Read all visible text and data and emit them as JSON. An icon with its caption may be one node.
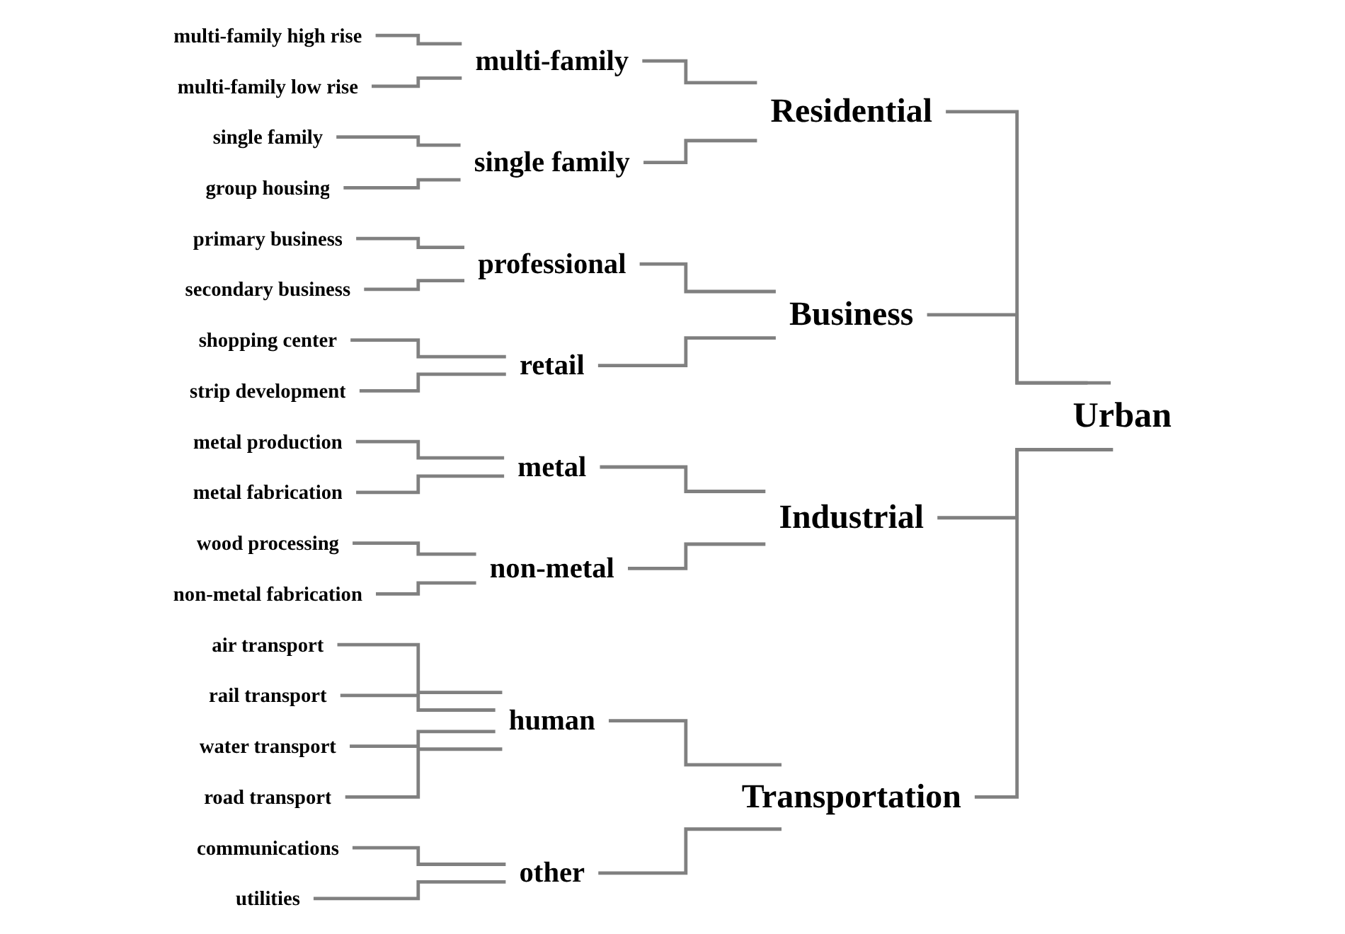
{
  "diagram": {
    "nodes": [
      {
        "text": [
          "multi-family high rise"
        ]
      },
      {
        "text": [
          "multi-family low rise"
        ]
      },
      {
        "text": [
          "single family"
        ]
      },
      {
        "text": [
          "group housing"
        ]
      },
      {
        "text": [
          "primary business"
        ]
      },
      {
        "text": [
          "secondary business"
        ]
      },
      {
        "text": [
          "shopping center"
        ]
      },
      {
        "text": [
          "strip development"
        ]
      },
      {
        "text": [
          "metal production"
        ]
      },
      {
        "text": [
          "metal fabrication"
        ]
      },
      {
        "text": [
          "wood processing"
        ]
      },
      {
        "text": [
          "non-metal fabrication"
        ]
      },
      {
        "text": [
          "air transport"
        ]
      },
      {
        "text": [
          "rail transport"
        ]
      },
      {
        "text": [
          "water transport"
        ]
      },
      {
        "text": [
          "road transport"
        ]
      },
      {
        "text": [
          "communications"
        ]
      },
      {
        "text": [
          "utilities"
        ]
      },
      {
        "text": [
          "multi-family"
        ]
      },
      {
        "text": [
          "single family"
        ]
      },
      {
        "text": [
          "professional"
        ]
      },
      {
        "text": [
          "retail"
        ]
      },
      {
        "text": [
          "metal"
        ]
      },
      {
        "text": [
          "non-metal"
        ]
      },
      {
        "text": [
          "human"
        ]
      },
      {
        "text": [
          "other"
        ]
      },
      {
        "text": [
          "Residential"
        ]
      },
      {
        "text": [
          "Business"
        ]
      },
      {
        "text": [
          "Industrial"
        ]
      },
      {
        "text": [
          "Transportation"
        ]
      },
      {
        "text": [
          "Urban"
        ]
      }
    ],
    "edges": [
      {
        "from": 0,
        "to": 18,
        "arrow": "none"
      },
      {
        "from": 1,
        "to": 18,
        "arrow": "none"
      },
      {
        "from": 2,
        "to": 19,
        "arrow": "none"
      },
      {
        "from": 3,
        "to": 19,
        "arrow": "none"
      },
      {
        "from": 4,
        "to": 20,
        "arrow": "none"
      },
      {
        "from": 5,
        "to": 20,
        "arrow": "none"
      },
      {
        "from": 6,
        "to": 21,
        "arrow": "none"
      },
      {
        "from": 7,
        "to": 21,
        "arrow": "none"
      },
      {
        "from": 8,
        "to": 22,
        "arrow": "none"
      },
      {
        "from": 9,
        "to": 22,
        "arrow": "none"
      },
      {
        "from": 10,
        "to": 23,
        "arrow": "none"
      },
      {
        "from": 11,
        "to": 23,
        "arrow": "none"
      },
      {
        "from": 12,
        "to": 24,
        "arrow": "none"
      },
      {
        "from": 13,
        "to": 24,
        "arrow": "none"
      },
      {
        "from": 14,
        "to": 24,
        "arrow": "none"
      },
      {
        "from": 15,
        "to": 24,
        "arrow": "none"
      },
      {
        "from": 16,
        "to": 25,
        "arrow": "none"
      },
      {
        "from": 17,
        "to": 25,
        "arrow": "none"
      },
      {
        "from": 18,
        "to": 26,
        "arrow": "none"
      },
      {
        "from": 19,
        "to": 26,
        "arrow": "none"
      },
      {
        "from": 20,
        "to": 27,
        "arrow": "none"
      },
      {
        "from": 21,
        "to": 27,
        "arrow": "none"
      },
      {
        "from": 22,
        "to": 28,
        "arrow": "none"
      },
      {
        "from": 23,
        "to": 28,
        "arrow": "none"
      },
      {
        "from": 24,
        "to": 29,
        "arrow": "none"
      },
      {
        "from": 25,
        "to": 29,
        "arrow": "none"
      },
      {
        "from": 26,
        "to": 30,
        "arrow": "none"
      },
      {
        "from": 27,
        "to": 30,
        "arrow": "none"
      },
      {
        "from": 28,
        "to": 30,
        "arrow": "none"
      },
      {
        "from": 29,
        "to": 30,
        "arrow": "none"
      }
    ]
  }
}
